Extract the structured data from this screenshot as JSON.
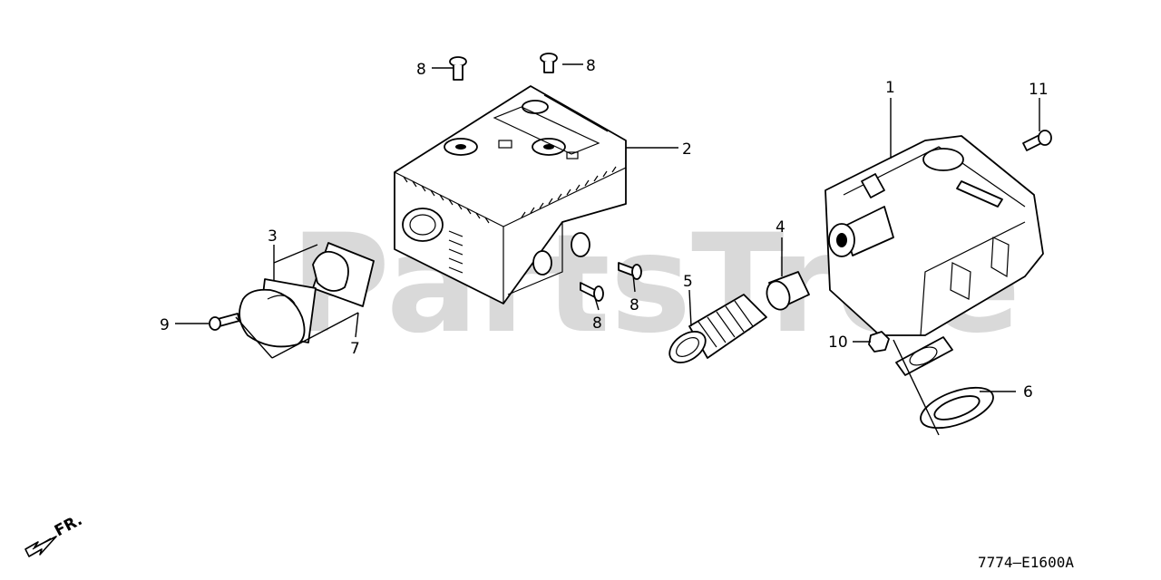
{
  "watermark": "PartsTree",
  "figure_code": "7774—E1600A",
  "front_indicator": "FR.",
  "callouts": [
    {
      "id": "c1",
      "text": "1"
    },
    {
      "id": "c2",
      "text": "2"
    },
    {
      "id": "c3",
      "text": "3"
    },
    {
      "id": "c4",
      "text": "4"
    },
    {
      "id": "c5",
      "text": "5"
    },
    {
      "id": "c6",
      "text": "6"
    },
    {
      "id": "c7",
      "text": "7"
    },
    {
      "id": "c8a",
      "text": "8"
    },
    {
      "id": "c8b",
      "text": "8"
    },
    {
      "id": "c8c",
      "text": "8"
    },
    {
      "id": "c8d",
      "text": "8"
    },
    {
      "id": "c9",
      "text": "9"
    },
    {
      "id": "c10",
      "text": "10"
    },
    {
      "id": "c11",
      "text": "11"
    }
  ],
  "icons": {
    "front_arrow": "arrow-down-left-icon"
  }
}
